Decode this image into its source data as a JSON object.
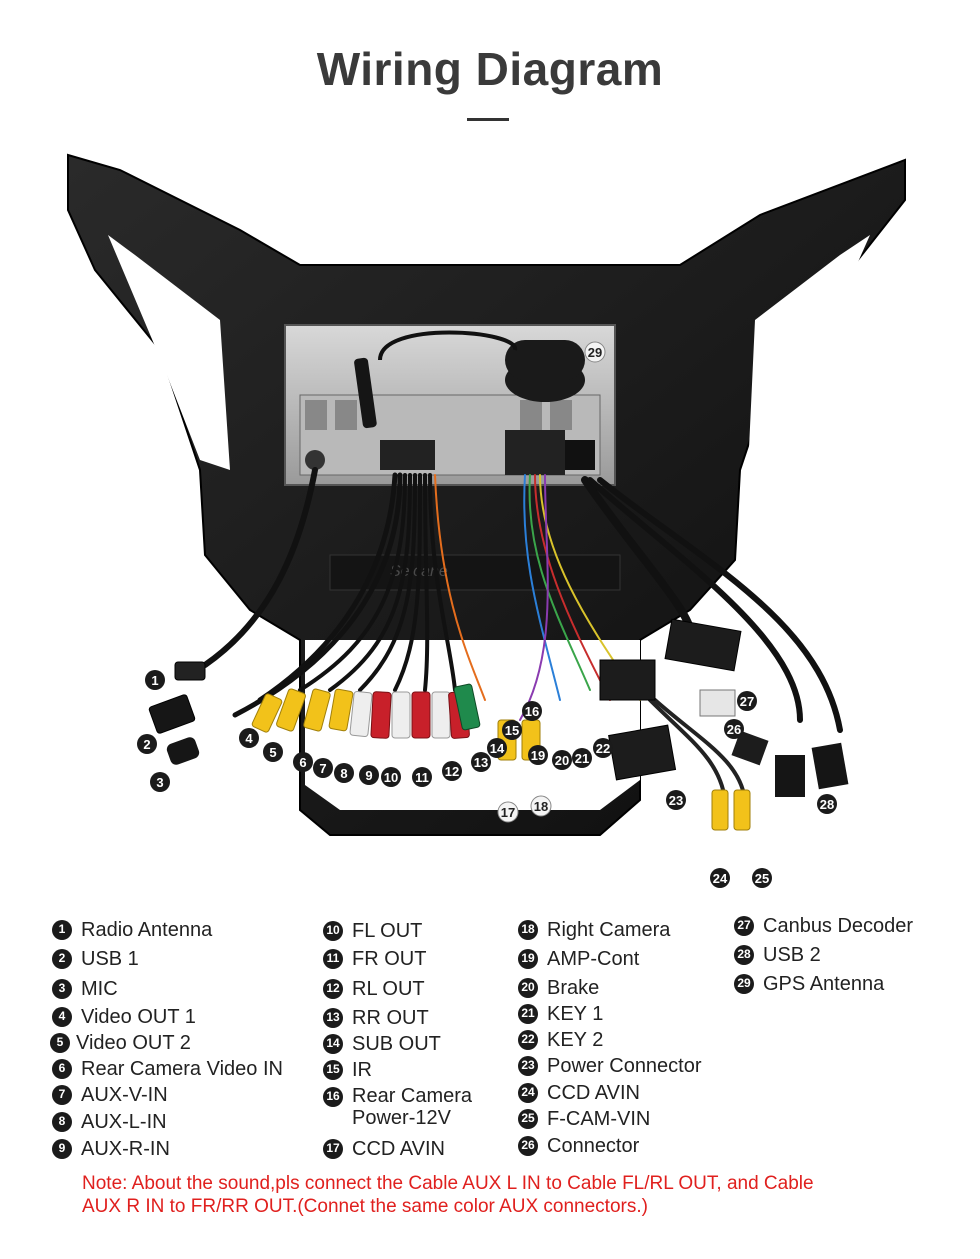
{
  "page": {
    "title": "Wiring Diagram",
    "watermark": "Seicane",
    "note_line1": "Note: About the sound,pls connect the Cable AUX L IN to Cable FL/RL OUT, and Cable",
    "note_line2": "AUX R IN to  FR/RR OUT.(Connet the same color AUX connectors.)"
  },
  "legend": [
    {
      "n": "1",
      "label": "Radio Antenna"
    },
    {
      "n": "2",
      "label": "USB 1"
    },
    {
      "n": "3",
      "label": "MIC"
    },
    {
      "n": "4",
      "label": "Video OUT 1"
    },
    {
      "n": "5",
      "label": "Video OUT 2"
    },
    {
      "n": "6",
      "label": "Rear Camera Video IN"
    },
    {
      "n": "7",
      "label": "AUX-V-IN"
    },
    {
      "n": "8",
      "label": "AUX-L-IN"
    },
    {
      "n": "9",
      "label": "AUX-R-IN"
    },
    {
      "n": "10",
      "label": "FL OUT"
    },
    {
      "n": "11",
      "label": "FR OUT"
    },
    {
      "n": "12",
      "label": "RL OUT"
    },
    {
      "n": "13",
      "label": "RR OUT"
    },
    {
      "n": "14",
      "label": "SUB OUT"
    },
    {
      "n": "15",
      "label": "IR"
    },
    {
      "n": "16",
      "label": "Rear Camera",
      "label2": "Power-12V"
    },
    {
      "n": "17",
      "label": "CCD AVIN"
    },
    {
      "n": "18",
      "label": "Right Camera"
    },
    {
      "n": "19",
      "label": "AMP-Cont"
    },
    {
      "n": "20",
      "label": "Brake"
    },
    {
      "n": "21",
      "label": "KEY 1"
    },
    {
      "n": "22",
      "label": "KEY 2"
    },
    {
      "n": "23",
      "label": "Power Connector"
    },
    {
      "n": "24",
      "label": "CCD AVIN"
    },
    {
      "n": "25",
      "label": "F-CAM-VIN"
    },
    {
      "n": "26",
      "label": "Connector"
    },
    {
      "n": "27",
      "label": "Canbus Decoder"
    },
    {
      "n": "28",
      "label": "USB 2"
    },
    {
      "n": "29",
      "label": "GPS Antenna"
    }
  ],
  "colors": {
    "note": "#e0201e",
    "rca_yellow": "#f2c21a",
    "rca_red": "#c8202a",
    "rca_white": "#eeeeee",
    "rca_green": "#1f8a4c",
    "frame": "#1a1a1a"
  }
}
